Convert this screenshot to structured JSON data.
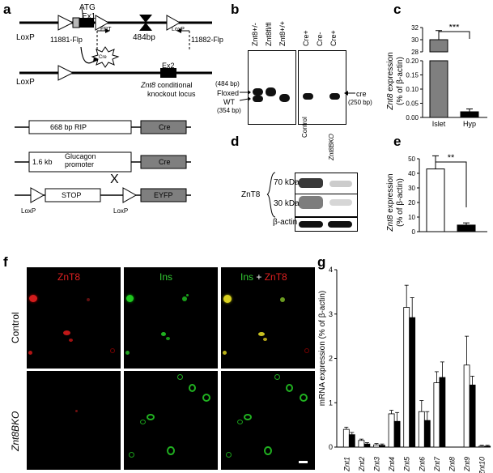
{
  "panels": {
    "a": "a",
    "b": "b",
    "c": "c",
    "d": "d",
    "e": "e",
    "f": "f",
    "g": "g"
  },
  "panel_a": {
    "atg": "ATG",
    "ex1": "Ex1",
    "ex2": "Ex2",
    "frt": "FRT",
    "bp484": "484bp",
    "loxp": "LoxP",
    "flp1": "11881-Flp",
    "flp2": "11882-Flp",
    "cre_star": "Cre",
    "locus_name": "Znt8",
    "locus_desc": " conditional",
    "locus_desc2": "knockout locus",
    "rip": "668 bp RIP",
    "cre": "Cre",
    "glucagon1": "1.6 kb",
    "glucagon2": "Glucagon",
    "glucagon3": "promoter",
    "cross": "X",
    "stop": "STOP",
    "eyfp": "EYFP"
  },
  "panel_b": {
    "lane1": "Znt8+/-",
    "lane2": "Znt8fl/fl",
    "lane3": "Znt8+/+",
    "lane4": "Cre+",
    "lane5": "Cre-",
    "lane6": "Cre+",
    "size_floxed": "(484 bp)",
    "floxed": "Floxed",
    "wt": "WT",
    "size_wt": "(354 bp)",
    "cre": "cre",
    "size_cre": "(250 bp)"
  },
  "panel_c": {
    "ylabel_gene": "Znt8",
    "ylabel_rest": " expression",
    "ylabel2": "(% of β-actin)",
    "sig": "***",
    "xlabels": [
      "Islet",
      "Hyp"
    ],
    "chart_data": {
      "type": "bar",
      "categories": [
        "Islet",
        "Hyp"
      ],
      "values": [
        30,
        0.02
      ],
      "errors": [
        1.5,
        0.01
      ],
      "yticks": [
        "0.00",
        "0.05",
        "0.10",
        "0.15",
        "0.20",
        "28",
        "30",
        "32"
      ],
      "ylim_lower": [
        0,
        0.2
      ],
      "ylim_upper": [
        28,
        32
      ],
      "bar_colors": [
        "#7f7f7f",
        "#000000"
      ]
    }
  },
  "panel_d": {
    "control": "Control",
    "ko": "Znt8BKO",
    "znt8": "ZnT8",
    "kda70": "70 kDa",
    "kda30": "30 kDa",
    "actin": "β-actin"
  },
  "panel_e": {
    "ylabel_gene": "Znt8",
    "ylabel_rest": " expression",
    "ylabel2": "(% of β-actin)",
    "sig": "**",
    "chart_data": {
      "type": "bar",
      "categories": [
        "Control",
        "Znt8BKO"
      ],
      "values": [
        43,
        4.5
      ],
      "errors": [
        9,
        1.5
      ],
      "yticks": [
        "0",
        "10",
        "20",
        "30",
        "40",
        "50"
      ],
      "ylim": [
        0,
        50
      ],
      "bar_colors": [
        "#ffffff",
        "#000000"
      ]
    }
  },
  "panel_f": {
    "col1": "ZnT8",
    "col2": "Ins",
    "col3_a": "Ins",
    "col3_b": " + ",
    "col3_c": "ZnT8",
    "row1": "Control",
    "row2": "Znt8BKO"
  },
  "panel_g": {
    "ylabel": "mRNA expression (% of β-actin)",
    "chart_data": {
      "type": "bar",
      "categories": [
        "Znt1",
        "Znt2",
        "Znt3",
        "Znt4",
        "Znt5",
        "Znt6",
        "Znt7",
        "Znt8",
        "Znt9",
        "Znt10"
      ],
      "yticks": [
        "0",
        "1",
        "2",
        "3",
        "4"
      ],
      "ylim": [
        0,
        4
      ],
      "series": [
        {
          "values": [
            0.4,
            0.15,
            0.05,
            0.75,
            3.15,
            0.8,
            1.45,
            0.0,
            1.85,
            0.02
          ],
          "errors": [
            0.05,
            0.03,
            0.03,
            0.08,
            0.5,
            0.25,
            0.25,
            0.0,
            0.65,
            0.02
          ],
          "color": "#ffffff"
        },
        {
          "values": [
            0.28,
            0.07,
            0.04,
            0.58,
            2.92,
            0.6,
            1.57,
            0.0,
            1.4,
            0.02
          ],
          "errors": [
            0.05,
            0.03,
            0.03,
            0.2,
            0.45,
            0.2,
            0.35,
            0.0,
            0.2,
            0.02
          ],
          "color": "#000000"
        }
      ]
    }
  }
}
